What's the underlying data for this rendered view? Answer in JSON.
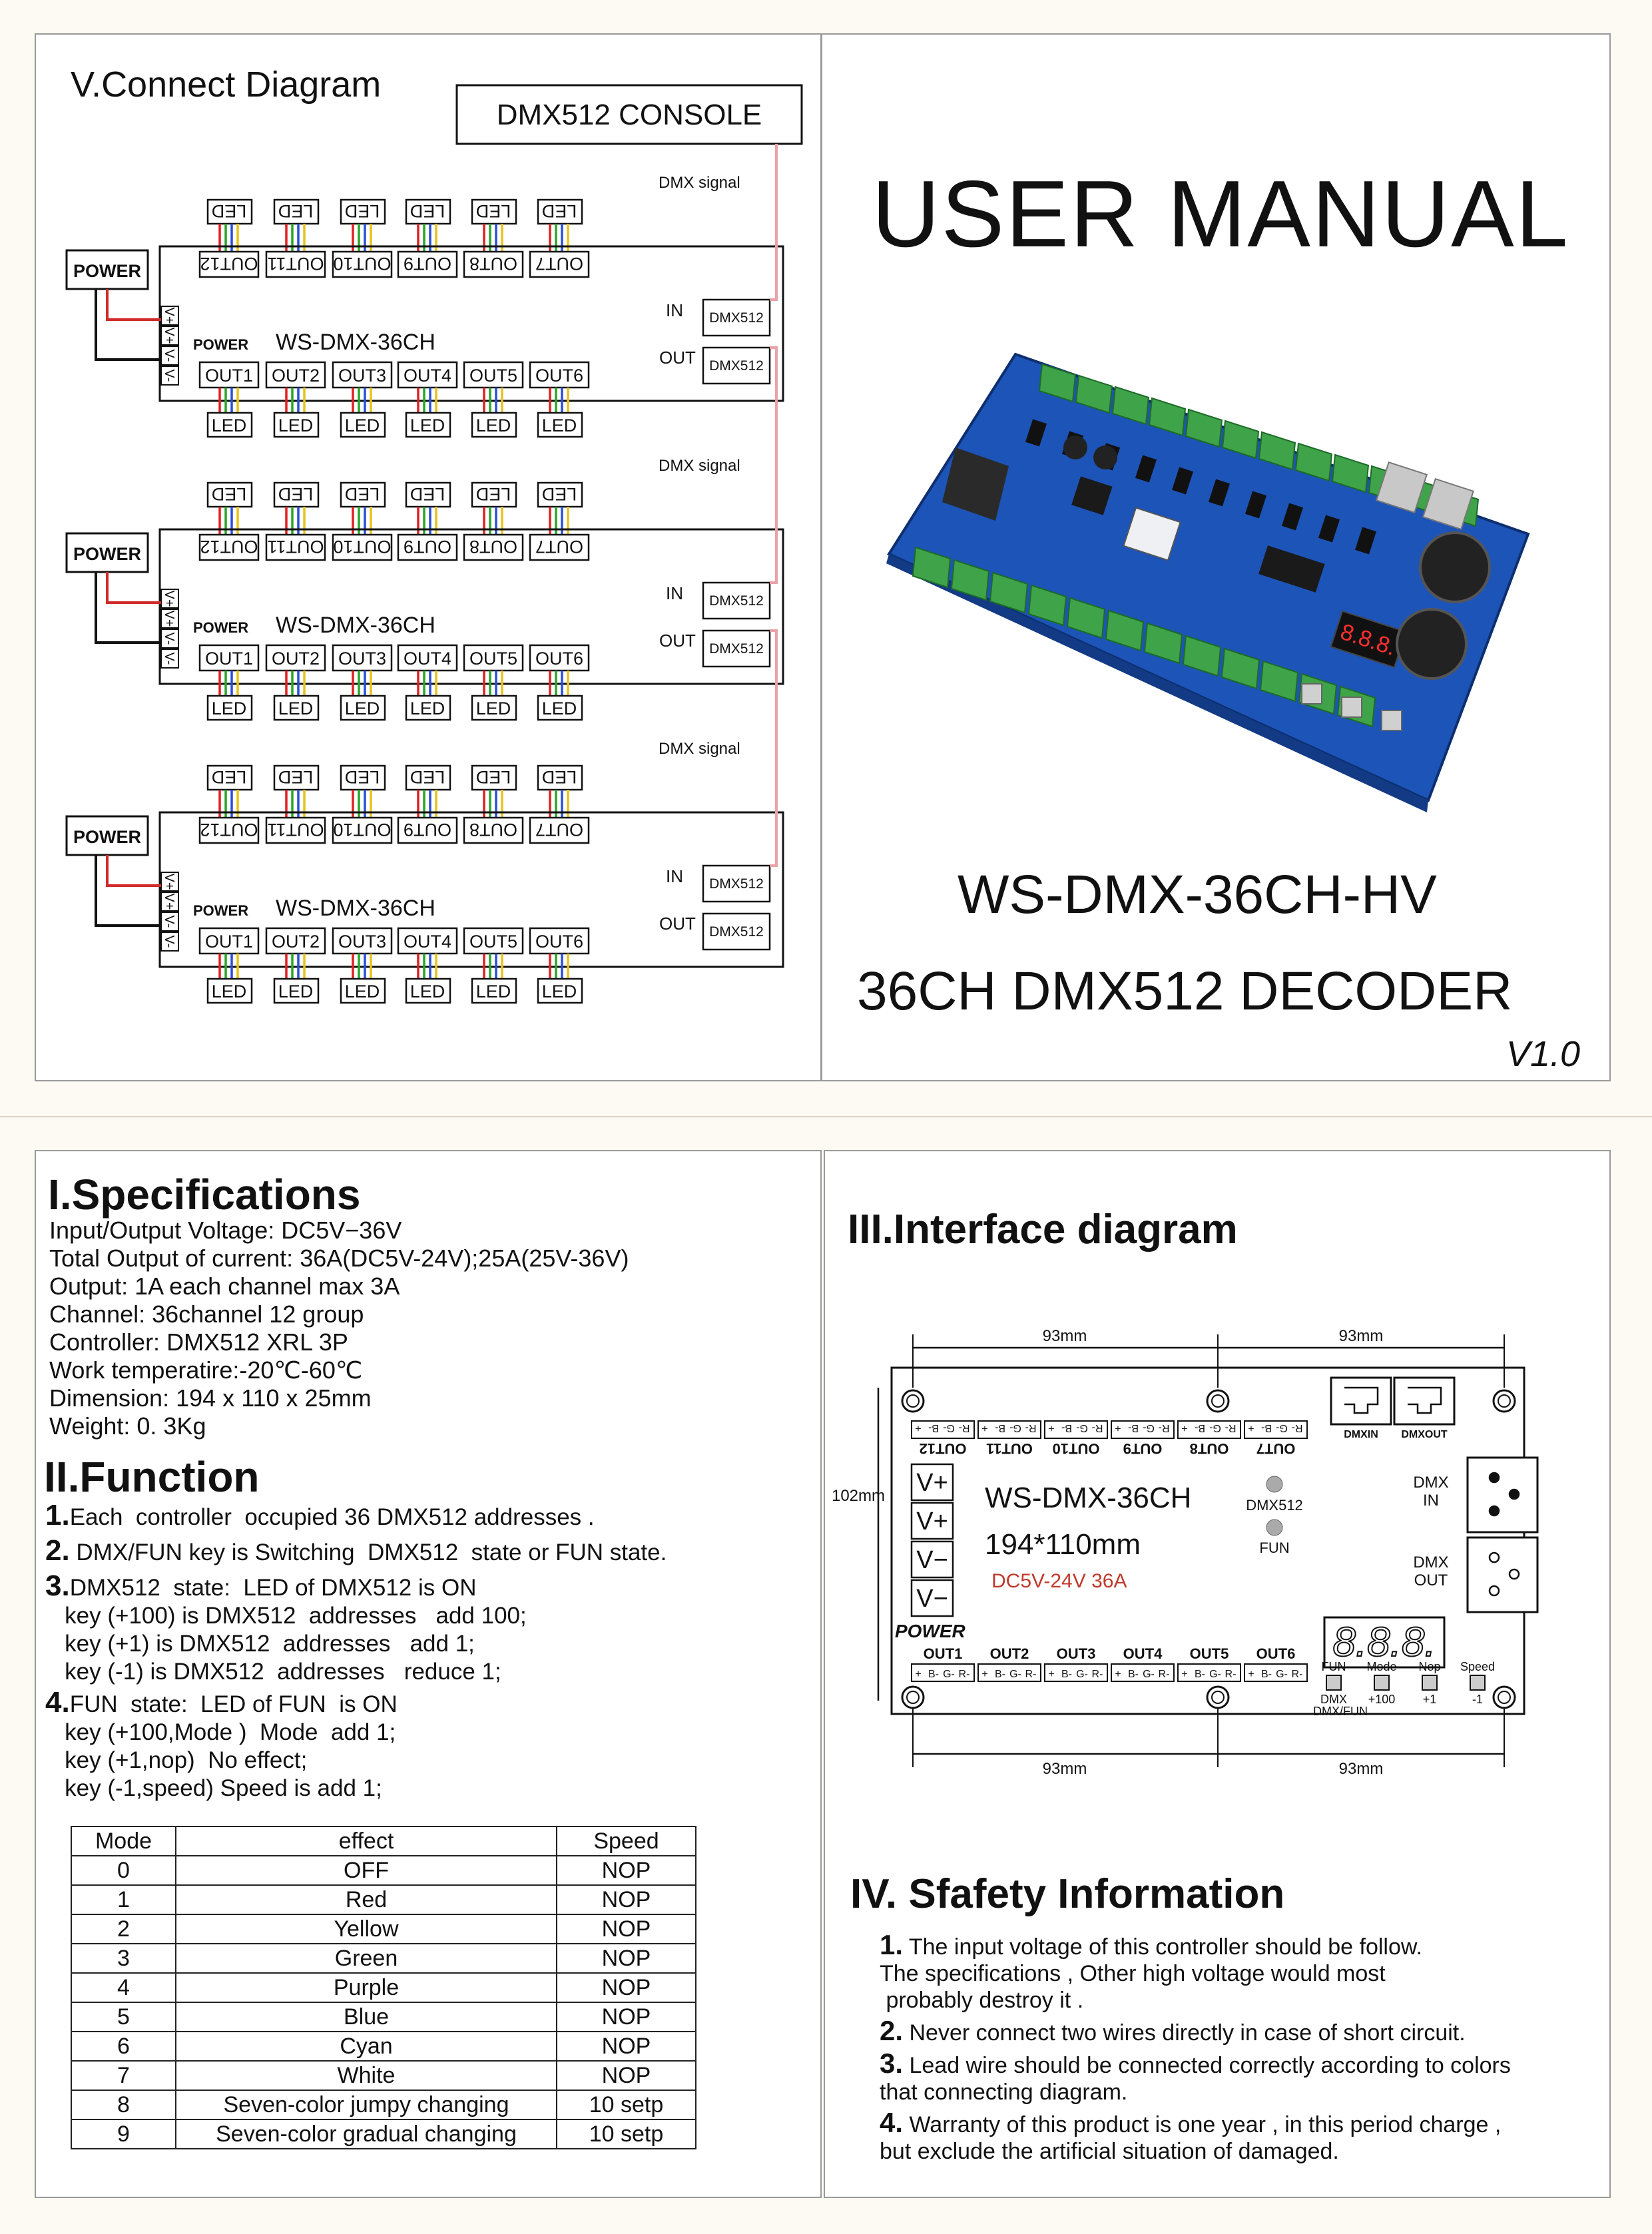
{
  "connect": {
    "title": "V.Connect Diagram",
    "console": "DMX512 CONSOLE",
    "dmx_signal": "DMX  signal",
    "power": "POWER",
    "power_small": "POWER",
    "model": "WS-DMX-36CH",
    "in": "IN",
    "out": "OUT",
    "dmx512": "DMX512",
    "vplus": "V+",
    "vminus": "V-",
    "led": "LED",
    "outs_top": [
      "OUT12",
      "OUT11",
      "OUT10",
      "OUT9",
      "OUT8",
      "OUT7"
    ],
    "outs_bottom": [
      "OUT1",
      "OUT2",
      "OUT3",
      "OUT4",
      "OUT5",
      "OUT6"
    ]
  },
  "cover": {
    "title": "USER MANUAL",
    "model": "WS-DMX-36CH-HV",
    "subtitle": "36CH DMX512 DECODER",
    "version": "V1.0"
  },
  "specs": {
    "heading": "I.Specifications",
    "lines": [
      "Input/Output Voltage: DC5V−36V",
      "Total Output of current: 36A(DC5V-24V);25A(25V-36V)",
      "Output: 1A each channel max 3A",
      "Channel: 36channel 12 group",
      "Controller: DMX512 XRL 3P",
      "Work temperatire:-20℃-60℃",
      "Dimension: 194 x 110 x 25mm",
      "Weight: 0. 3Kg"
    ]
  },
  "function": {
    "heading": "II.Function",
    "items": [
      {
        "num": "1.",
        "lines": [
          "Each  controller  occupied 36 DMX512 addresses ."
        ]
      },
      {
        "num": "2.",
        "lines": [
          " DMX/FUN key is Switching  DMX512  state or FUN state."
        ]
      },
      {
        "num": "3.",
        "lines": [
          "DMX512  state:  LED of DMX512 is ON",
          "   key (+100) is DMX512  addresses   add 100;",
          "   key (+1) is DMX512  addresses   add 1;",
          "   key (-1) is DMX512  addresses   reduce 1;"
        ]
      },
      {
        "num": "4.",
        "lines": [
          "FUN  state:  LED of FUN  is ON",
          "   key (+100,Mode )  Mode  add 1;",
          "   key (+1,nop)  No effect;",
          "   key (-1,speed) Speed is add 1;"
        ]
      }
    ]
  },
  "mode_table": {
    "headers": [
      "Mode",
      "effect",
      "Speed"
    ],
    "rows": [
      [
        "0",
        "OFF",
        "NOP"
      ],
      [
        "1",
        "Red",
        "NOP"
      ],
      [
        "2",
        "Yellow",
        "NOP"
      ],
      [
        "3",
        "Green",
        "NOP"
      ],
      [
        "4",
        "Purple",
        "NOP"
      ],
      [
        "5",
        "Blue",
        "NOP"
      ],
      [
        "6",
        "Cyan",
        "NOP"
      ],
      [
        "7",
        "White",
        "NOP"
      ],
      [
        "8",
        "Seven-color jumpy changing",
        "10 setp"
      ],
      [
        "9",
        "Seven-color gradual changing",
        "10 setp"
      ]
    ]
  },
  "interface": {
    "heading": "III.Interface diagram",
    "dim_93": "93mm",
    "dim_102": "102mm",
    "model": "WS-DMX-36CH",
    "size": "194*110mm",
    "rating": "DC5V-24V 36A",
    "dmx512_led": "DMX512",
    "fun_led": "FUN",
    "dmx_in": "DMX\nIN",
    "dmx_out": "DMX\nOUT",
    "dmxin_port": "DMXIN",
    "dmxout_port": "DMXOUT",
    "power": "POWER",
    "display": "8.8.8.",
    "terminals": [
      "V+",
      "V+",
      "V−",
      "V−"
    ],
    "top_outs": [
      "OUT12",
      "OUT11",
      "OUT10",
      "OUT9",
      "OUT8",
      "OUT7"
    ],
    "bottom_outs": [
      "OUT1",
      "OUT2",
      "OUT3",
      "OUT4",
      "OUT5",
      "OUT6"
    ],
    "pin_label": "+|B-|G-|R-",
    "keys_top": [
      "FUN",
      "Mode",
      "Nop",
      "Speed"
    ],
    "keys_bottom": [
      "DMX\nDMX/FUN",
      "+100",
      "+1",
      "-1"
    ]
  },
  "safety": {
    "heading": "IV. Sfafety Information",
    "items": [
      {
        "num": "1.",
        "lines": [
          " The input voltage of this controller should be follow.",
          "The specifications , Other high voltage would most",
          " probably destroy it ."
        ]
      },
      {
        "num": "2.",
        "lines": [
          " Never connect two wires directly in case of short circuit."
        ]
      },
      {
        "num": "3.",
        "lines": [
          " Lead wire should be connected correctly according to colors",
          "that connecting diagram."
        ]
      },
      {
        "num": "4.",
        "lines": [
          " Warranty of this product is one year , in this period charge ,",
          "but exclude the artificial situation of damaged."
        ]
      }
    ]
  },
  "colors": {
    "signal_line": "#e8a2a8",
    "power_red": "#d12a2a",
    "led_red": "#e02020",
    "led_green": "#2aa52a",
    "led_blue": "#2a4fd8",
    "led_yellow": "#e8c21a",
    "board_blue": "#1d54b8",
    "terminal_green": "#3fa34a",
    "rating_red": "#c0392b"
  }
}
